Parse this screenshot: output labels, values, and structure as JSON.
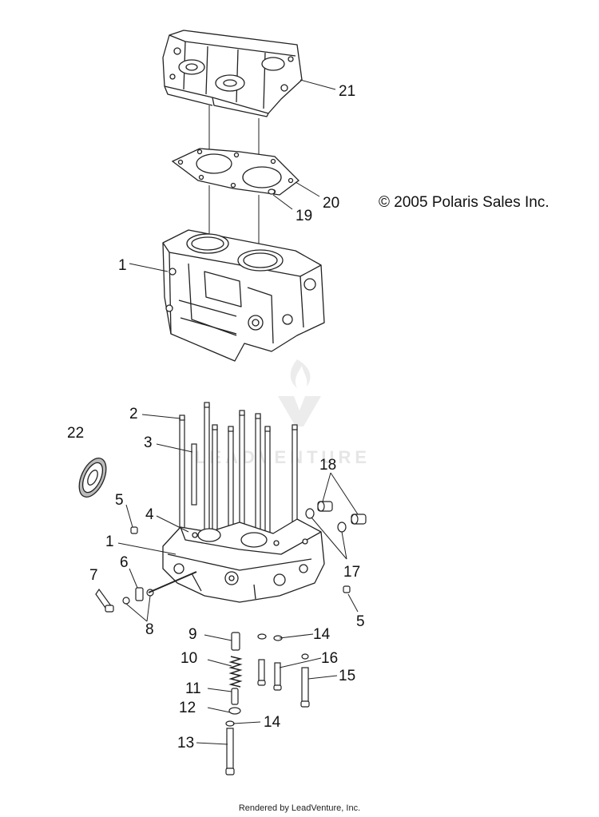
{
  "copyright": "© 2005 Polaris Sales Inc.",
  "footer": "Rendered by LeadVenture, Inc.",
  "watermark": "LEADVENTURE",
  "callouts": {
    "c21": "21",
    "c20": "20",
    "c19": "19",
    "c1a": "1",
    "c2": "2",
    "c22": "22",
    "c3": "3",
    "c18": "18",
    "c5a": "5",
    "c4": "4",
    "c1b": "1",
    "c17": "17",
    "c6": "6",
    "c7": "7",
    "c8": "8",
    "c5b": "5",
    "c9": "9",
    "c14a": "14",
    "c10": "10",
    "c16": "16",
    "c15": "15",
    "c11": "11",
    "c12": "12",
    "c14b": "14",
    "c13": "13"
  }
}
